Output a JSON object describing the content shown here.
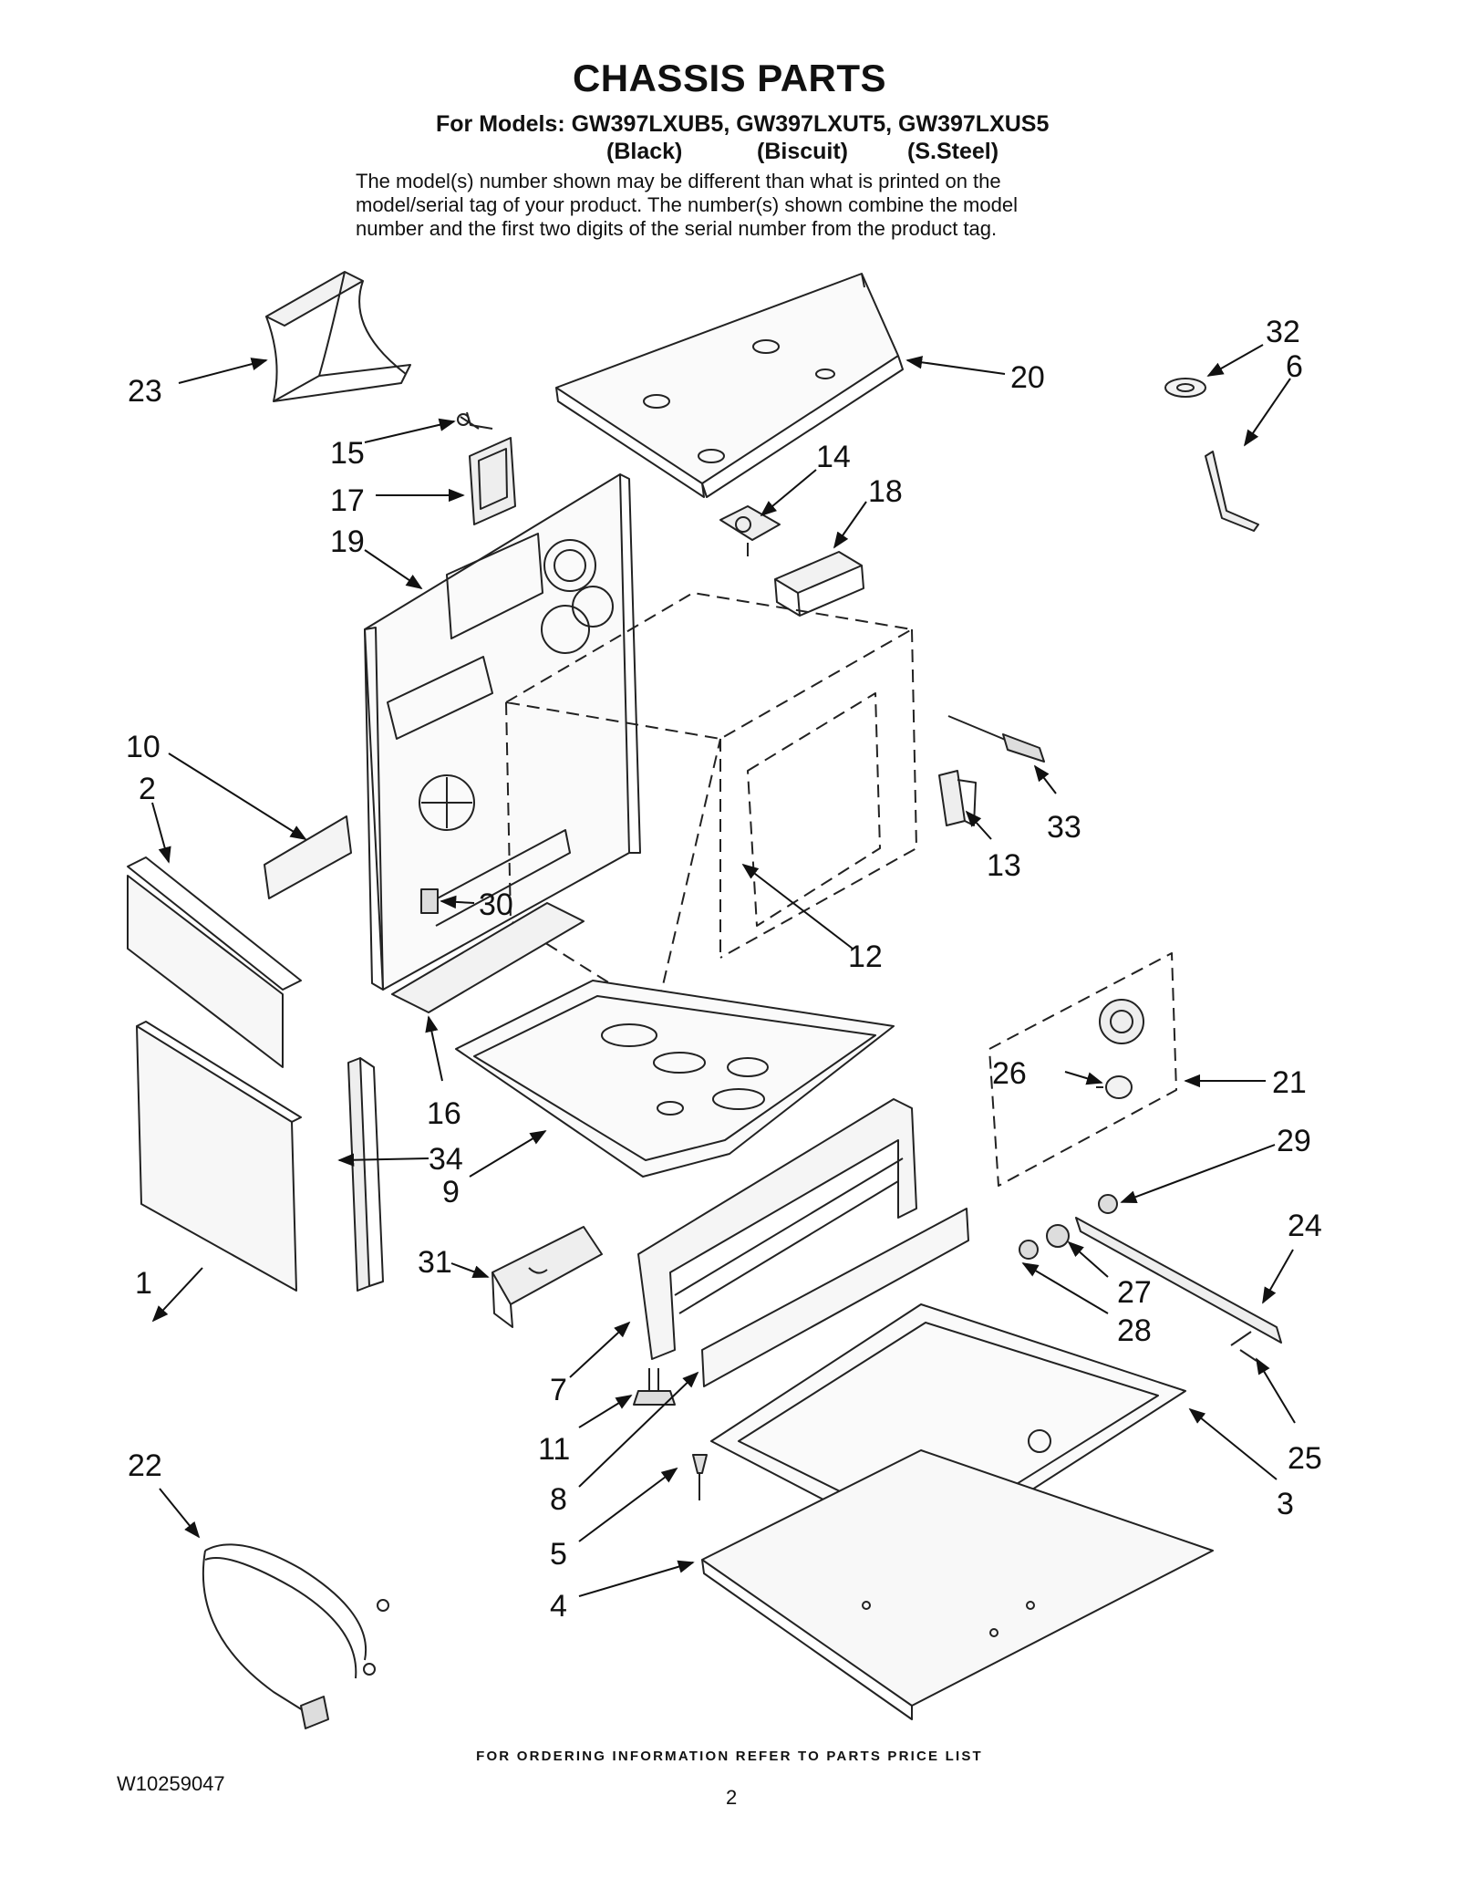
{
  "header": {
    "title": "CHASSIS PARTS",
    "models": "For Models: GW397LXUB5, GW397LXUT5, GW397LXUS5",
    "colors": [
      "(Black)",
      "(Biscuit)",
      "(S.Steel)"
    ],
    "note": [
      "The model(s) number shown may be different than what is printed on the",
      "model/serial tag of your product. The number(s) shown combine the model",
      "number and the first two digits of the serial number from the product tag."
    ]
  },
  "callouts": [
    "1",
    "2",
    "3",
    "4",
    "5",
    "6",
    "7",
    "8",
    "9",
    "10",
    "11",
    "12",
    "13",
    "14",
    "15",
    "16",
    "17",
    "18",
    "19",
    "20",
    "21",
    "22",
    "23",
    "24",
    "25",
    "26",
    "27",
    "28",
    "29",
    "30",
    "31",
    "32",
    "33",
    "34"
  ],
  "footer": {
    "ordering": "FOR ORDERING INFORMATION REFER TO PARTS PRICE LIST",
    "doc_number": "W10259047",
    "page_number": "2"
  }
}
